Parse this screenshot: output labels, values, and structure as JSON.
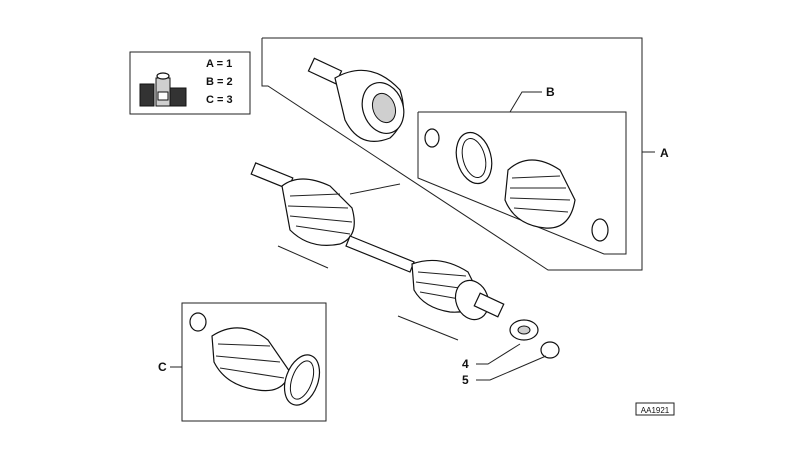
{
  "legend": {
    "entries": [
      {
        "label": "A = 1"
      },
      {
        "label": "B = 2"
      },
      {
        "label": "C = 3"
      }
    ],
    "icon": "kit-boxes-icon"
  },
  "callouts": {
    "group_a": "A",
    "group_b": "B",
    "group_c": "C",
    "item_4": "4",
    "item_5": "5"
  },
  "reference_code": "AA1921"
}
